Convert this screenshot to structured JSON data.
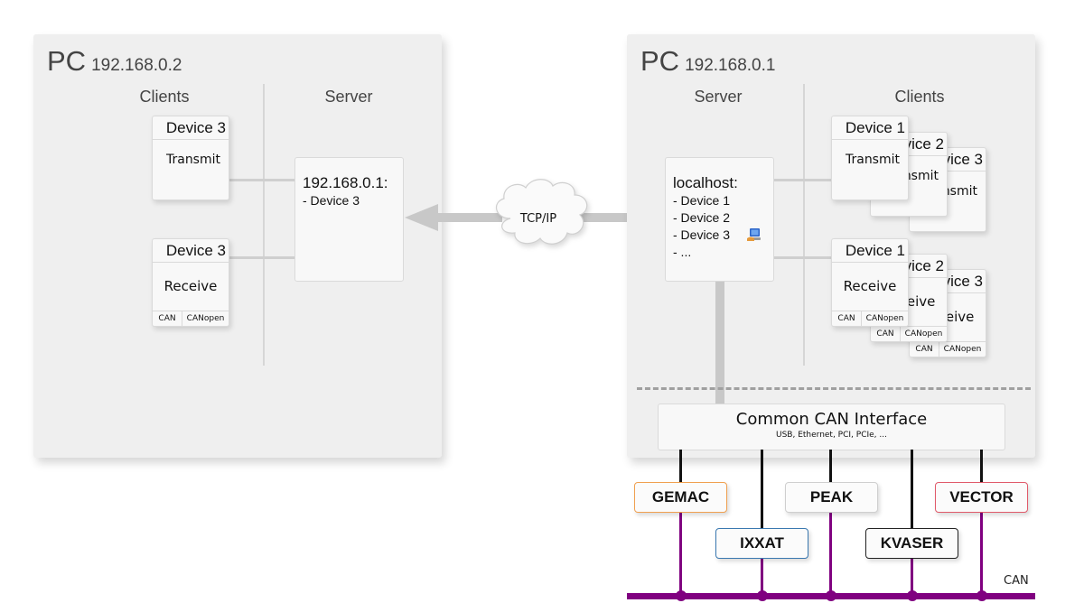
{
  "left_pc": {
    "title": "PC",
    "ip": "192.168.0.2",
    "clients_label": "Clients",
    "server_label": "Server",
    "transmit_device": {
      "name": "Device 3",
      "mode": "Transmit"
    },
    "receive_device": {
      "name": "Device 3",
      "mode": "Receive",
      "protocols": [
        "CAN",
        "CANopen"
      ]
    },
    "server_box": {
      "header": "192.168.0.1:",
      "items": [
        "- Device 3"
      ]
    }
  },
  "link": {
    "label": "TCP/IP",
    "icon": "cloud-icon"
  },
  "right_pc": {
    "title": "PC",
    "ip": "192.168.0.1",
    "server_label": "Server",
    "clients_label": "Clients",
    "server_box": {
      "header": "localhost:",
      "items": [
        "- Device 1",
        "- Device 2",
        "- Device 3",
        "- ..."
      ],
      "shared_icon": "shared-computer-icon"
    },
    "transmit_devices": [
      {
        "name": "Device 1",
        "mode": "Transmit"
      },
      {
        "name": "Device 2",
        "mode": "Transmit"
      },
      {
        "name": "Device 3",
        "mode": "Transmit"
      }
    ],
    "receive_devices": [
      {
        "name": "Device 1",
        "mode": "Receive",
        "protocols": [
          "CAN",
          "CANopen"
        ]
      },
      {
        "name": "Device 2",
        "mode": "Receive",
        "protocols": [
          "CAN",
          "CANopen"
        ]
      },
      {
        "name": "Device 3",
        "mode": "Receive",
        "protocols": [
          "CAN",
          "CANopen"
        ]
      }
    ],
    "interface": {
      "title": "Common CAN Interface",
      "subtitle": "USB, Ethernet, PCI, PCIe, ..."
    }
  },
  "vendors": [
    {
      "name": "GEMAC",
      "border_color": "#f0a050"
    },
    {
      "name": "IXXAT",
      "border_color": "#3a78b0"
    },
    {
      "name": "PEAK",
      "border_color": "#cfcfcf"
    },
    {
      "name": "KVASER",
      "border_color": "#222222"
    },
    {
      "name": "VECTOR",
      "border_color": "#e05a6a"
    }
  ],
  "bus": {
    "label": "CAN",
    "color": "#800080"
  }
}
